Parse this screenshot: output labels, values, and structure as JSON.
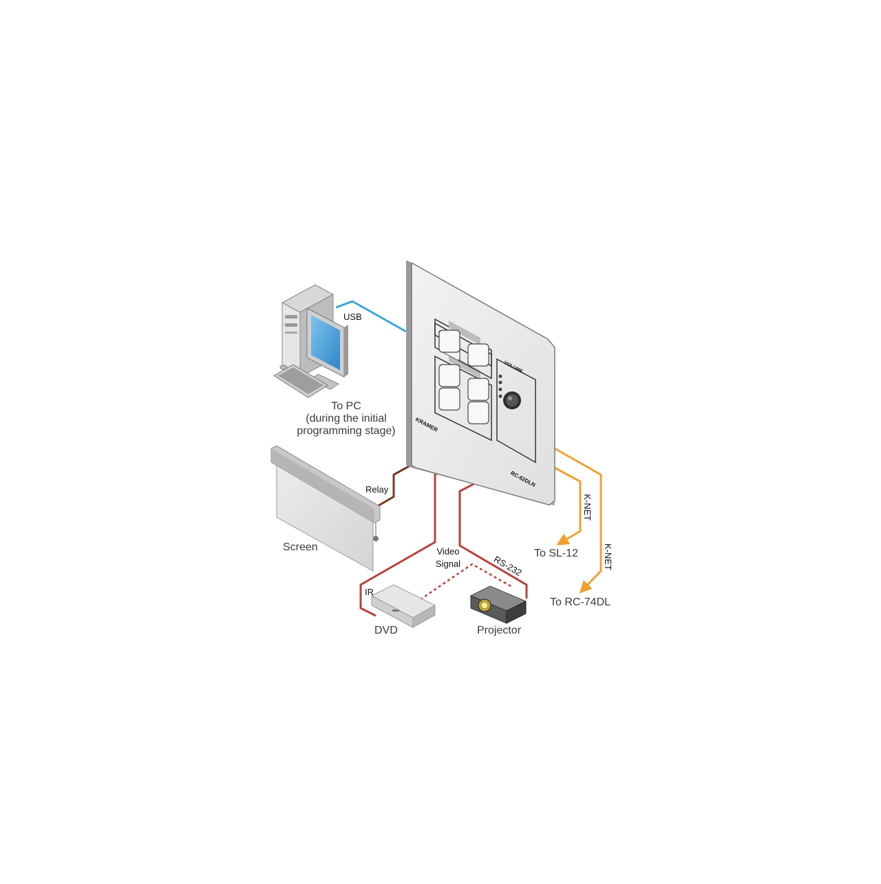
{
  "labels": {
    "usb": "USB",
    "to_pc": [
      "To PC",
      "(during the initial",
      "programming stage)"
    ],
    "relay": "Relay",
    "screen": "Screen",
    "video_signal": [
      "Video",
      "Signal"
    ],
    "rs232": "RS-232",
    "ir": "IR",
    "dvd": "DVD",
    "projector": "Projector",
    "knet_1": "K-NET",
    "knet_2": "K-NET",
    "to_sl12": "To SL-12",
    "to_rc74dl": "To RC-74DL"
  },
  "panel": {
    "brand": "KRAMER",
    "model": "RC-62DLN",
    "volume": "VOLUME"
  },
  "colors": {
    "usb_cable": "#3aa6d9",
    "relay_cable": "#7a3a22",
    "video_cable": "#b8403a",
    "rs232_cable": "#b8403a",
    "ir_link": "#b8403a",
    "knet_cable": "#f0a030"
  }
}
